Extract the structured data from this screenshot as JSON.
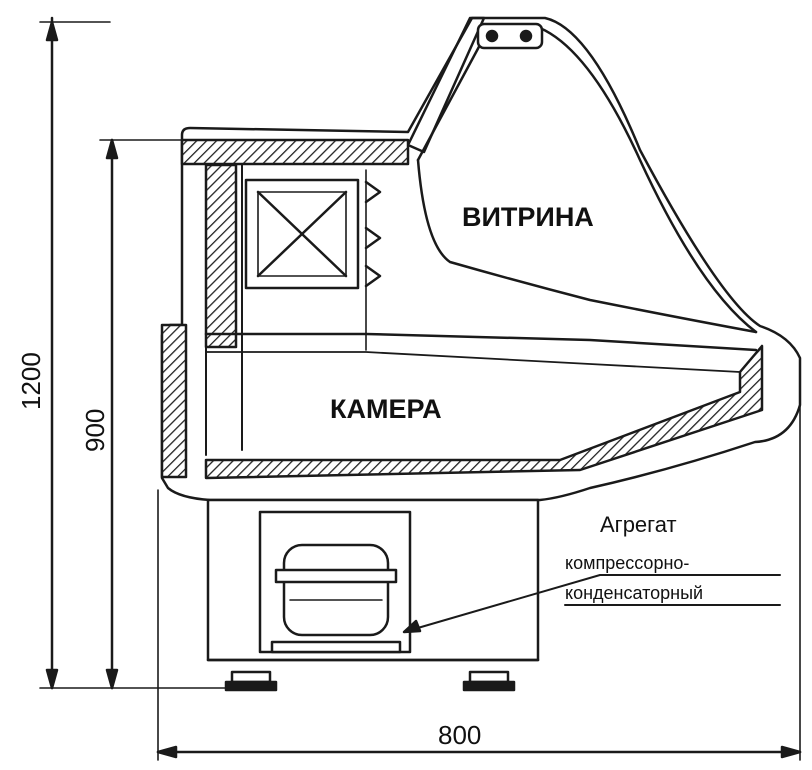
{
  "labels": {
    "display": "ВИТРИНА",
    "chamber": "КАМЕРА",
    "unit_line1": "Агрегат",
    "unit_line2": "компрессорно-",
    "unit_line3": "конденсаторный"
  },
  "dimensions": {
    "total_height": "1200",
    "counter_height": "900",
    "depth": "800"
  },
  "colors": {
    "line": "#1a1a1a",
    "hatch": "#2b2b2b",
    "paper": "#ffffff"
  }
}
